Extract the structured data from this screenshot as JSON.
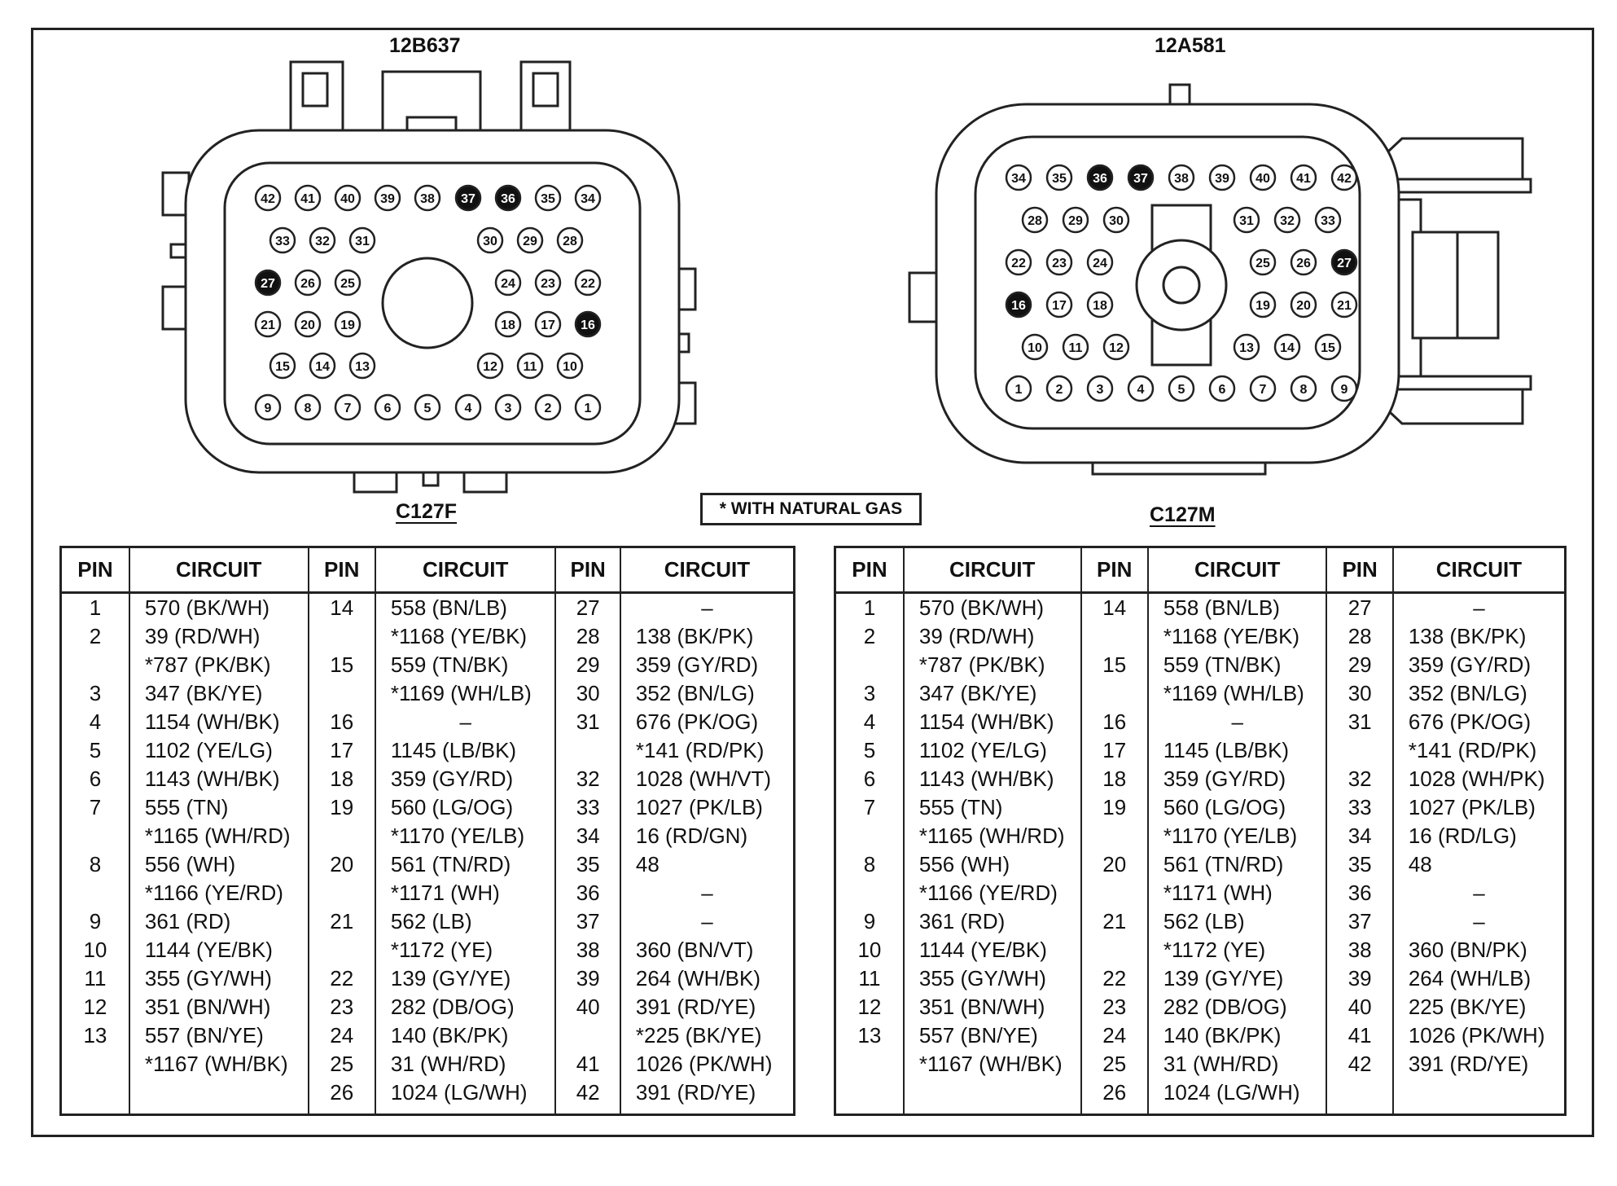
{
  "labels": {
    "left_part": "12B637",
    "right_part": "12A581",
    "left_connector": "C127F",
    "right_connector": "C127M",
    "note": "* WITH NATURAL GAS"
  },
  "headers": {
    "pin": "PIN",
    "circuit": "CIRCUIT"
  },
  "left_pins": [
    {
      "n": "42",
      "dark": false
    },
    {
      "n": "41",
      "dark": false
    },
    {
      "n": "40",
      "dark": false
    },
    {
      "n": "39",
      "dark": false
    },
    {
      "n": "38",
      "dark": false
    },
    {
      "n": "37",
      "dark": true
    },
    {
      "n": "36",
      "dark": true
    },
    {
      "n": "35",
      "dark": false
    },
    {
      "n": "34",
      "dark": false
    },
    {
      "n": "33",
      "dark": false
    },
    {
      "n": "32",
      "dark": false
    },
    {
      "n": "31",
      "dark": false
    },
    {
      "n": "30",
      "dark": false
    },
    {
      "n": "29",
      "dark": false
    },
    {
      "n": "28",
      "dark": false
    },
    {
      "n": "27",
      "dark": true
    },
    {
      "n": "26",
      "dark": false
    },
    {
      "n": "25",
      "dark": false
    },
    {
      "n": "24",
      "dark": false
    },
    {
      "n": "23",
      "dark": false
    },
    {
      "n": "22",
      "dark": false
    },
    {
      "n": "21",
      "dark": false
    },
    {
      "n": "20",
      "dark": false
    },
    {
      "n": "19",
      "dark": false
    },
    {
      "n": "18",
      "dark": false
    },
    {
      "n": "17",
      "dark": false
    },
    {
      "n": "16",
      "dark": true
    },
    {
      "n": "15",
      "dark": false
    },
    {
      "n": "14",
      "dark": false
    },
    {
      "n": "13",
      "dark": false
    },
    {
      "n": "12",
      "dark": false
    },
    {
      "n": "11",
      "dark": false
    },
    {
      "n": "10",
      "dark": false
    },
    {
      "n": "9",
      "dark": false
    },
    {
      "n": "8",
      "dark": false
    },
    {
      "n": "7",
      "dark": false
    },
    {
      "n": "6",
      "dark": false
    },
    {
      "n": "5",
      "dark": false
    },
    {
      "n": "4",
      "dark": false
    },
    {
      "n": "3",
      "dark": false
    },
    {
      "n": "2",
      "dark": false
    },
    {
      "n": "1",
      "dark": false
    }
  ],
  "right_pins": [
    {
      "n": "34",
      "dark": false
    },
    {
      "n": "35",
      "dark": false
    },
    {
      "n": "36",
      "dark": true
    },
    {
      "n": "37",
      "dark": true
    },
    {
      "n": "38",
      "dark": false
    },
    {
      "n": "39",
      "dark": false
    },
    {
      "n": "40",
      "dark": false
    },
    {
      "n": "41",
      "dark": false
    },
    {
      "n": "42",
      "dark": false
    },
    {
      "n": "28",
      "dark": false
    },
    {
      "n": "29",
      "dark": false
    },
    {
      "n": "30",
      "dark": false
    },
    {
      "n": "31",
      "dark": false
    },
    {
      "n": "32",
      "dark": false
    },
    {
      "n": "33",
      "dark": false
    },
    {
      "n": "22",
      "dark": false
    },
    {
      "n": "23",
      "dark": false
    },
    {
      "n": "24",
      "dark": false
    },
    {
      "n": "25",
      "dark": false
    },
    {
      "n": "26",
      "dark": false
    },
    {
      "n": "27",
      "dark": true
    },
    {
      "n": "16",
      "dark": true
    },
    {
      "n": "17",
      "dark": false
    },
    {
      "n": "18",
      "dark": false
    },
    {
      "n": "19",
      "dark": false
    },
    {
      "n": "20",
      "dark": false
    },
    {
      "n": "21",
      "dark": false
    },
    {
      "n": "10",
      "dark": false
    },
    {
      "n": "11",
      "dark": false
    },
    {
      "n": "12",
      "dark": false
    },
    {
      "n": "13",
      "dark": false
    },
    {
      "n": "14",
      "dark": false
    },
    {
      "n": "15",
      "dark": false
    },
    {
      "n": "1",
      "dark": false
    },
    {
      "n": "2",
      "dark": false
    },
    {
      "n": "3",
      "dark": false
    },
    {
      "n": "4",
      "dark": false
    },
    {
      "n": "5",
      "dark": false
    },
    {
      "n": "6",
      "dark": false
    },
    {
      "n": "7",
      "dark": false
    },
    {
      "n": "8",
      "dark": false
    },
    {
      "n": "9",
      "dark": false
    }
  ],
  "left_table": [
    [
      "1",
      "570 (BK/WH)",
      "14",
      "558 (BN/LB)",
      "27",
      "–"
    ],
    [
      "2",
      "39 (RD/WH)",
      "",
      "*1168 (YE/BK)",
      "28",
      "138 (BK/PK)"
    ],
    [
      "",
      "*787 (PK/BK)",
      "15",
      "559 (TN/BK)",
      "29",
      "359 (GY/RD)"
    ],
    [
      "3",
      "347 (BK/YE)",
      "",
      "*1169 (WH/LB)",
      "30",
      "352 (BN/LG)"
    ],
    [
      "4",
      "1154 (WH/BK)",
      "16",
      "–",
      "31",
      "676 (PK/OG)"
    ],
    [
      "5",
      "1102 (YE/LG)",
      "17",
      "1145 (LB/BK)",
      "",
      "*141 (RD/PK)"
    ],
    [
      "6",
      "1143 (WH/BK)",
      "18",
      "359 (GY/RD)",
      "32",
      "1028 (WH/VT)"
    ],
    [
      "7",
      "555 (TN)",
      "19",
      "560 (LG/OG)",
      "33",
      "1027 (PK/LB)"
    ],
    [
      "",
      "*1165 (WH/RD)",
      "",
      "*1170 (YE/LB)",
      "34",
      "16 (RD/GN)"
    ],
    [
      "8",
      "556 (WH)",
      "20",
      "561 (TN/RD)",
      "35",
      "48"
    ],
    [
      "",
      "*1166 (YE/RD)",
      "",
      "*1171 (WH)",
      "36",
      "–"
    ],
    [
      "9",
      "361 (RD)",
      "21",
      "562 (LB)",
      "37",
      "–"
    ],
    [
      "10",
      "1144 (YE/BK)",
      "",
      "*1172 (YE)",
      "38",
      "360 (BN/VT)"
    ],
    [
      "11",
      "355 (GY/WH)",
      "22",
      "139 (GY/YE)",
      "39",
      "264 (WH/BK)"
    ],
    [
      "12",
      "351 (BN/WH)",
      "23",
      "282 (DB/OG)",
      "40",
      "391 (RD/YE)"
    ],
    [
      "13",
      "557 (BN/YE)",
      "24",
      "140 (BK/PK)",
      "",
      "*225 (BK/YE)"
    ],
    [
      "",
      "*1167 (WH/BK)",
      "25",
      "31 (WH/RD)",
      "41",
      "1026 (PK/WH)"
    ],
    [
      "",
      "",
      "26",
      "1024 (LG/WH)",
      "42",
      "391 (RD/YE)"
    ]
  ],
  "right_table": [
    [
      "1",
      "570 (BK/WH)",
      "14",
      "558 (BN/LB)",
      "27",
      "–"
    ],
    [
      "2",
      "39 (RD/WH)",
      "",
      "*1168 (YE/BK)",
      "28",
      "138 (BK/PK)"
    ],
    [
      "",
      "*787 (PK/BK)",
      "15",
      "559 (TN/BK)",
      "29",
      "359 (GY/RD)"
    ],
    [
      "3",
      "347 (BK/YE)",
      "",
      "*1169 (WH/LB)",
      "30",
      "352 (BN/LG)"
    ],
    [
      "4",
      "1154 (WH/BK)",
      "16",
      "–",
      "31",
      "676 (PK/OG)"
    ],
    [
      "5",
      "1102 (YE/LG)",
      "17",
      "1145 (LB/BK)",
      "",
      "*141 (RD/PK)"
    ],
    [
      "6",
      "1143 (WH/BK)",
      "18",
      "359 (GY/RD)",
      "32",
      "1028 (WH/PK)"
    ],
    [
      "7",
      "555 (TN)",
      "19",
      "560 (LG/OG)",
      "33",
      "1027 (PK/LB)"
    ],
    [
      "",
      "*1165 (WH/RD)",
      "",
      "*1170 (YE/LB)",
      "34",
      "16 (RD/LG)"
    ],
    [
      "8",
      "556 (WH)",
      "20",
      "561 (TN/RD)",
      "35",
      "48"
    ],
    [
      "",
      "*1166 (YE/RD)",
      "",
      "*1171 (WH)",
      "36",
      "–"
    ],
    [
      "9",
      "361 (RD)",
      "21",
      "562 (LB)",
      "37",
      "–"
    ],
    [
      "10",
      "1144 (YE/BK)",
      "",
      "*1172 (YE)",
      "38",
      "360 (BN/PK)"
    ],
    [
      "11",
      "355 (GY/WH)",
      "22",
      "139 (GY/YE)",
      "39",
      "264 (WH/LB)"
    ],
    [
      "12",
      "351 (BN/WH)",
      "23",
      "282 (DB/OG)",
      "40",
      "225 (BK/YE)"
    ],
    [
      "13",
      "557 (BN/YE)",
      "24",
      "140 (BK/PK)",
      "41",
      "1026 (PK/WH)"
    ],
    [
      "",
      "*1167 (WH/BK)",
      "25",
      "31 (WH/RD)",
      "42",
      "391 (RD/YE)"
    ],
    [
      "",
      "",
      "26",
      "1024 (LG/WH)",
      "",
      ""
    ]
  ]
}
